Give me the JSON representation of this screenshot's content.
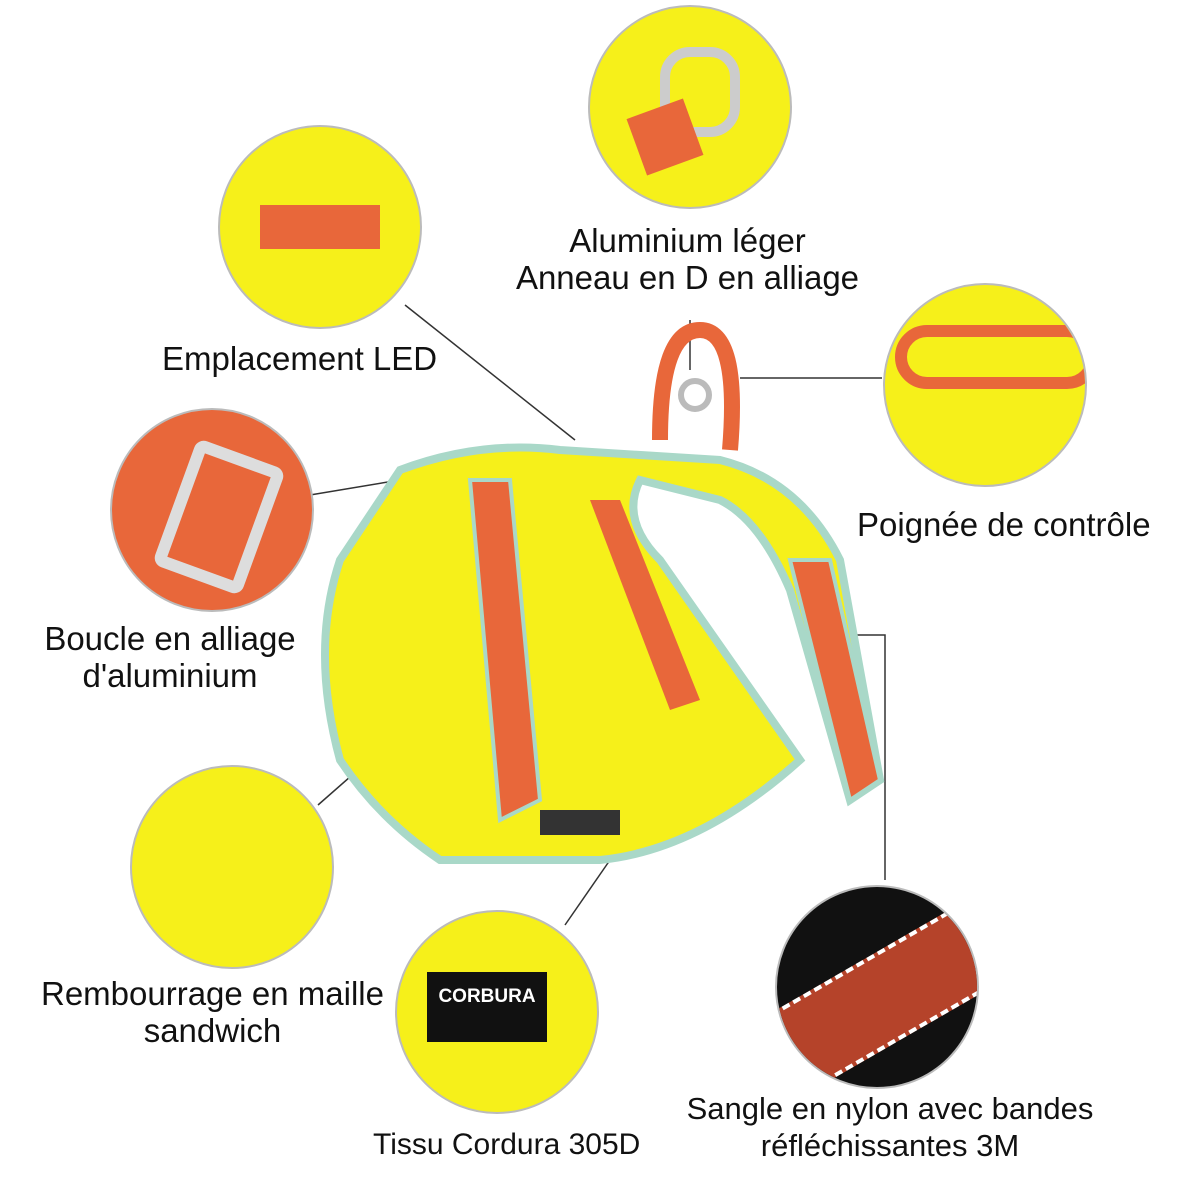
{
  "features": [
    {
      "id": "led",
      "label": "Emplacement LED"
    },
    {
      "id": "d_ring",
      "label_line1": "Aluminium léger",
      "label_line2": "Anneau en D en alliage"
    },
    {
      "id": "handle",
      "label": "Poignée de contrôle"
    },
    {
      "id": "buckle",
      "label_line1": "Boucle en alliage",
      "label_line2": "d'aluminium"
    },
    {
      "id": "padding",
      "label_line1": "Rembourrage en maille",
      "label_line2": "sandwich"
    },
    {
      "id": "cordura",
      "label": "Tissu Cordura 305D",
      "tag_text": "CORBURA"
    },
    {
      "id": "strap",
      "label_line1": "Sangle en nylon avec bandes",
      "label_line2": "réfléchissantes 3M"
    }
  ],
  "colors": {
    "yellow": "#f6f01a",
    "orange": "#e8673a",
    "mint": "#a9d8c8"
  }
}
